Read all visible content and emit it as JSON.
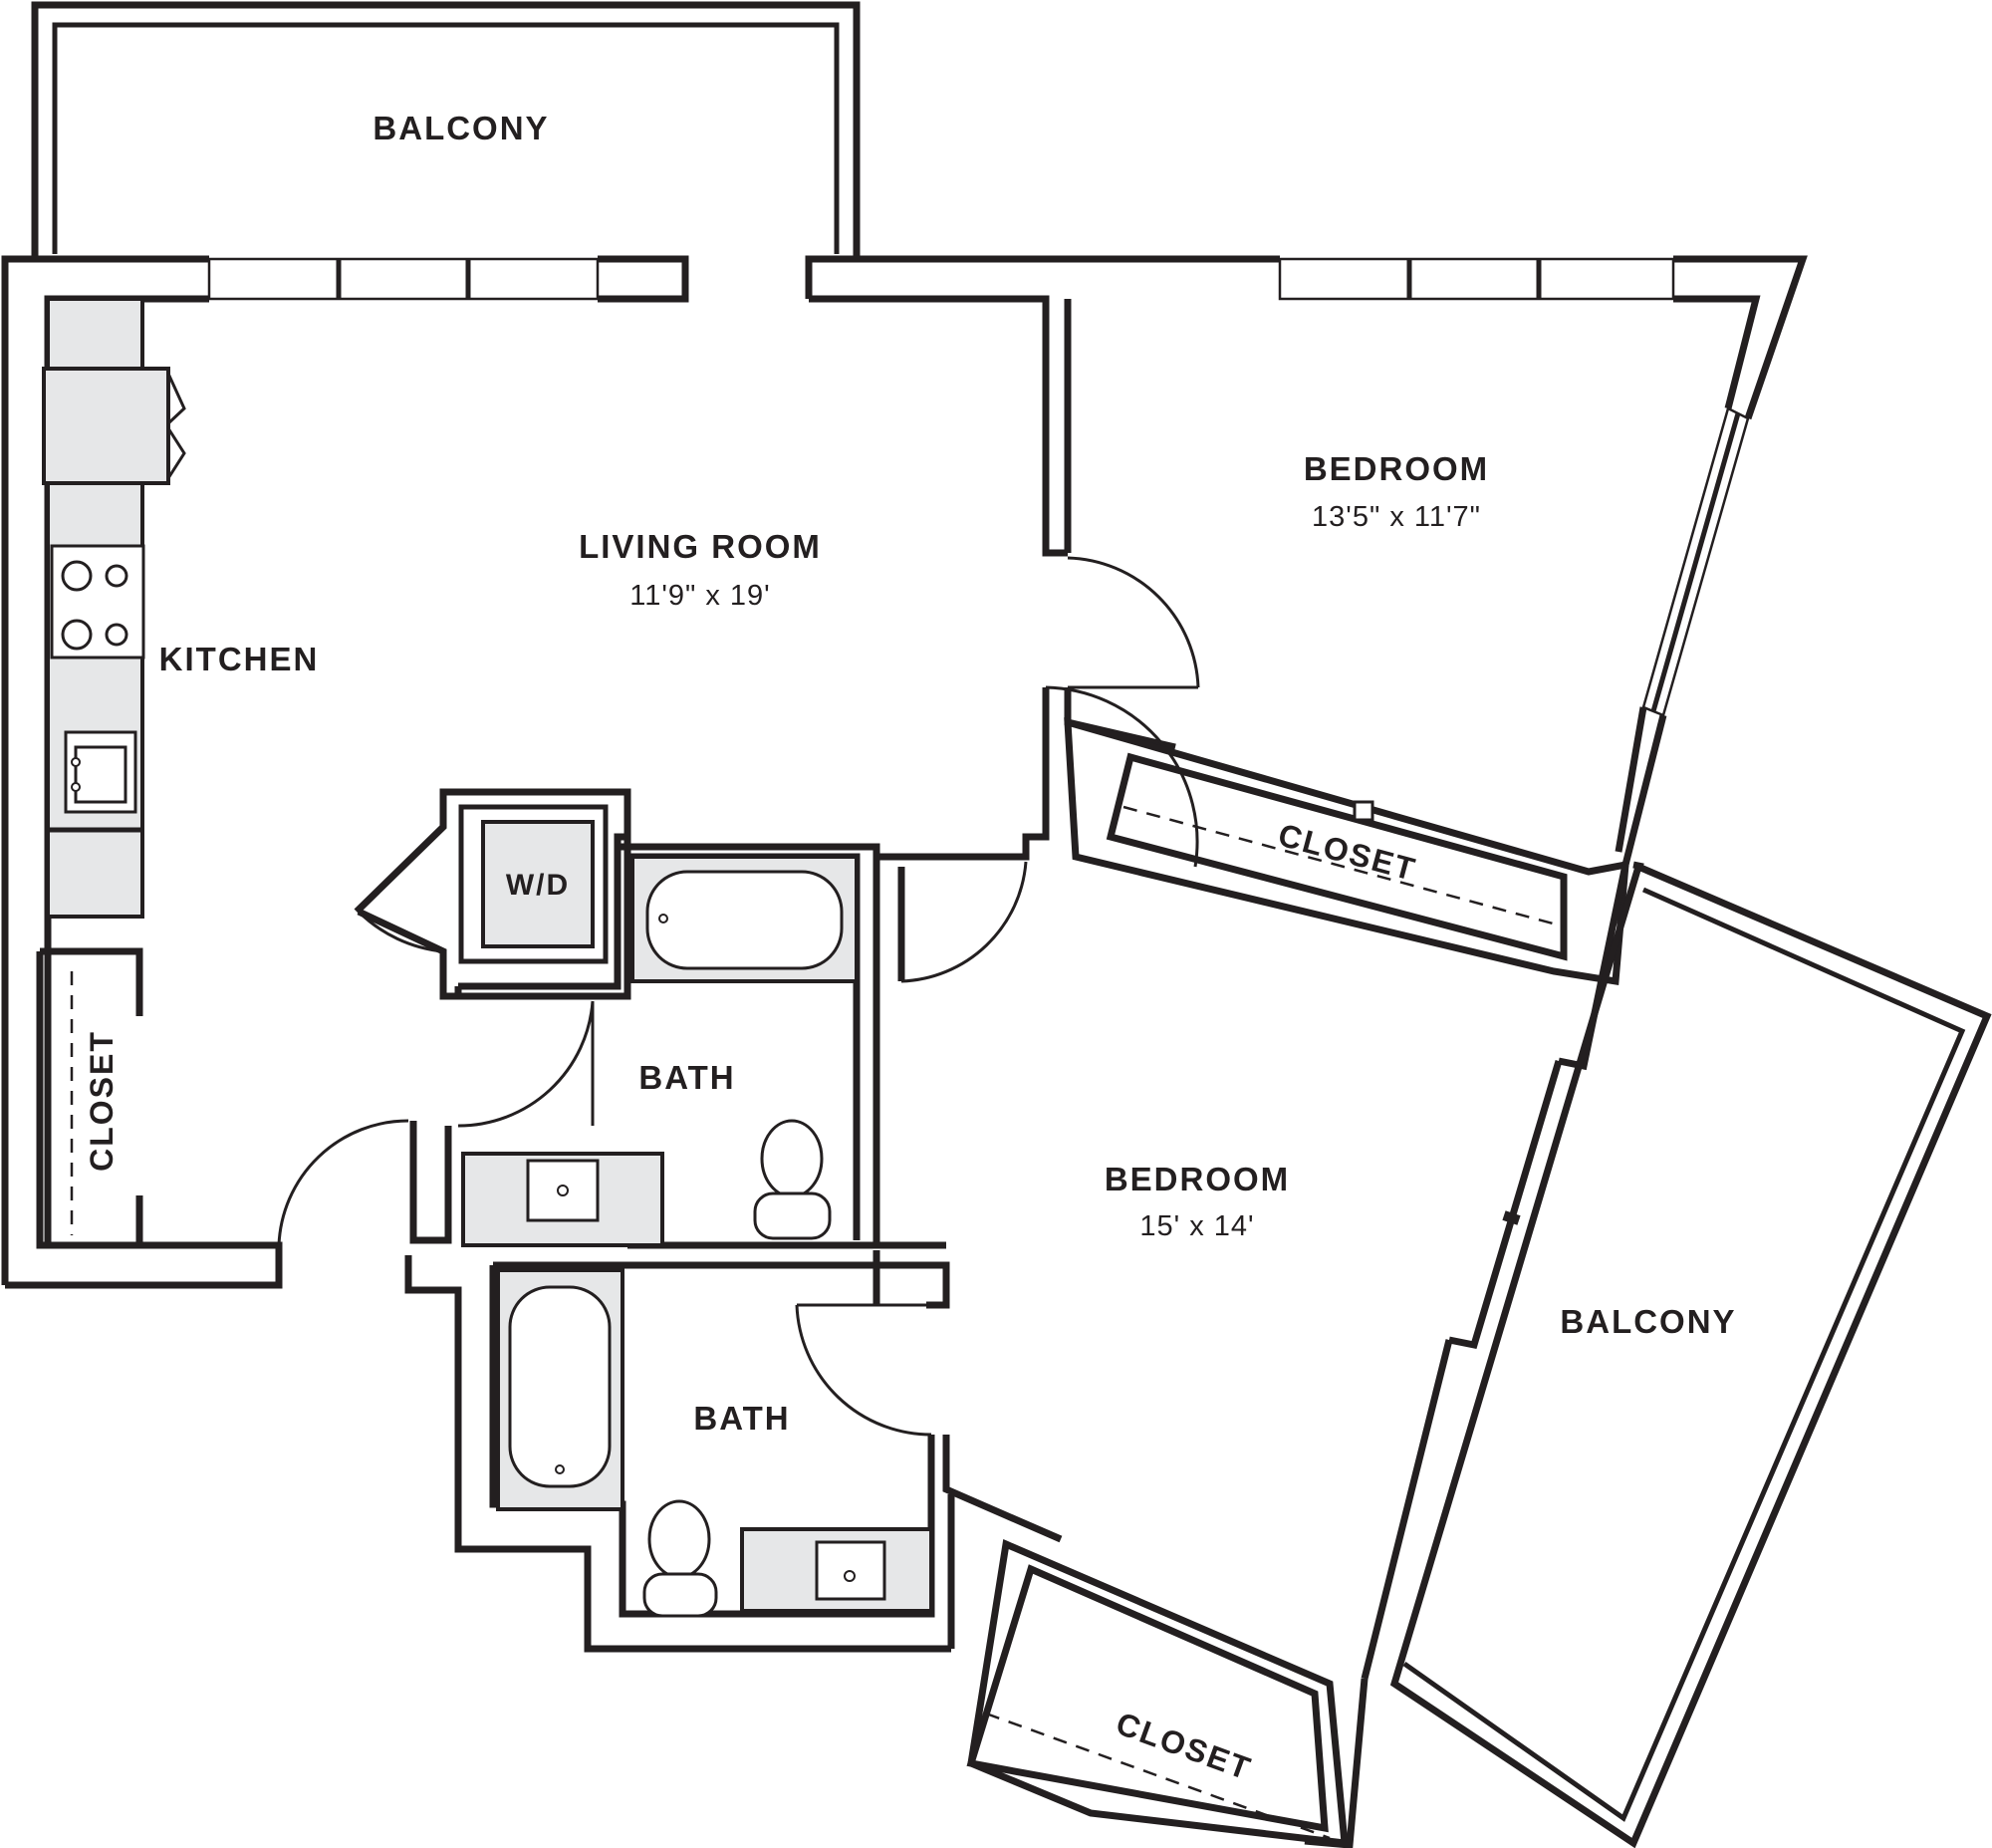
{
  "plan": {
    "rooms": {
      "balcony_top": {
        "name": "BALCONY"
      },
      "living_room": {
        "name": "LIVING ROOM",
        "size": "11'9\" x 19'"
      },
      "kitchen": {
        "name": "KITCHEN"
      },
      "closet_left": {
        "name": "CLOSET"
      },
      "wd": {
        "name": "W/D"
      },
      "bath_upper": {
        "name": "BATH"
      },
      "bath_lower": {
        "name": "BATH"
      },
      "bedroom_upper": {
        "name": "BEDROOM",
        "size": "13'5\" x 11'7\""
      },
      "closet_upper": {
        "name": "CLOSET"
      },
      "bedroom_lower": {
        "name": "BEDROOM",
        "size": "15' x 14'"
      },
      "closet_lower": {
        "name": "CLOSET"
      },
      "balcony_right": {
        "name": "BALCONY"
      }
    },
    "colors": {
      "wall": "#231f20",
      "fixture": "#e6e7e8",
      "background": "#ffffff"
    }
  }
}
